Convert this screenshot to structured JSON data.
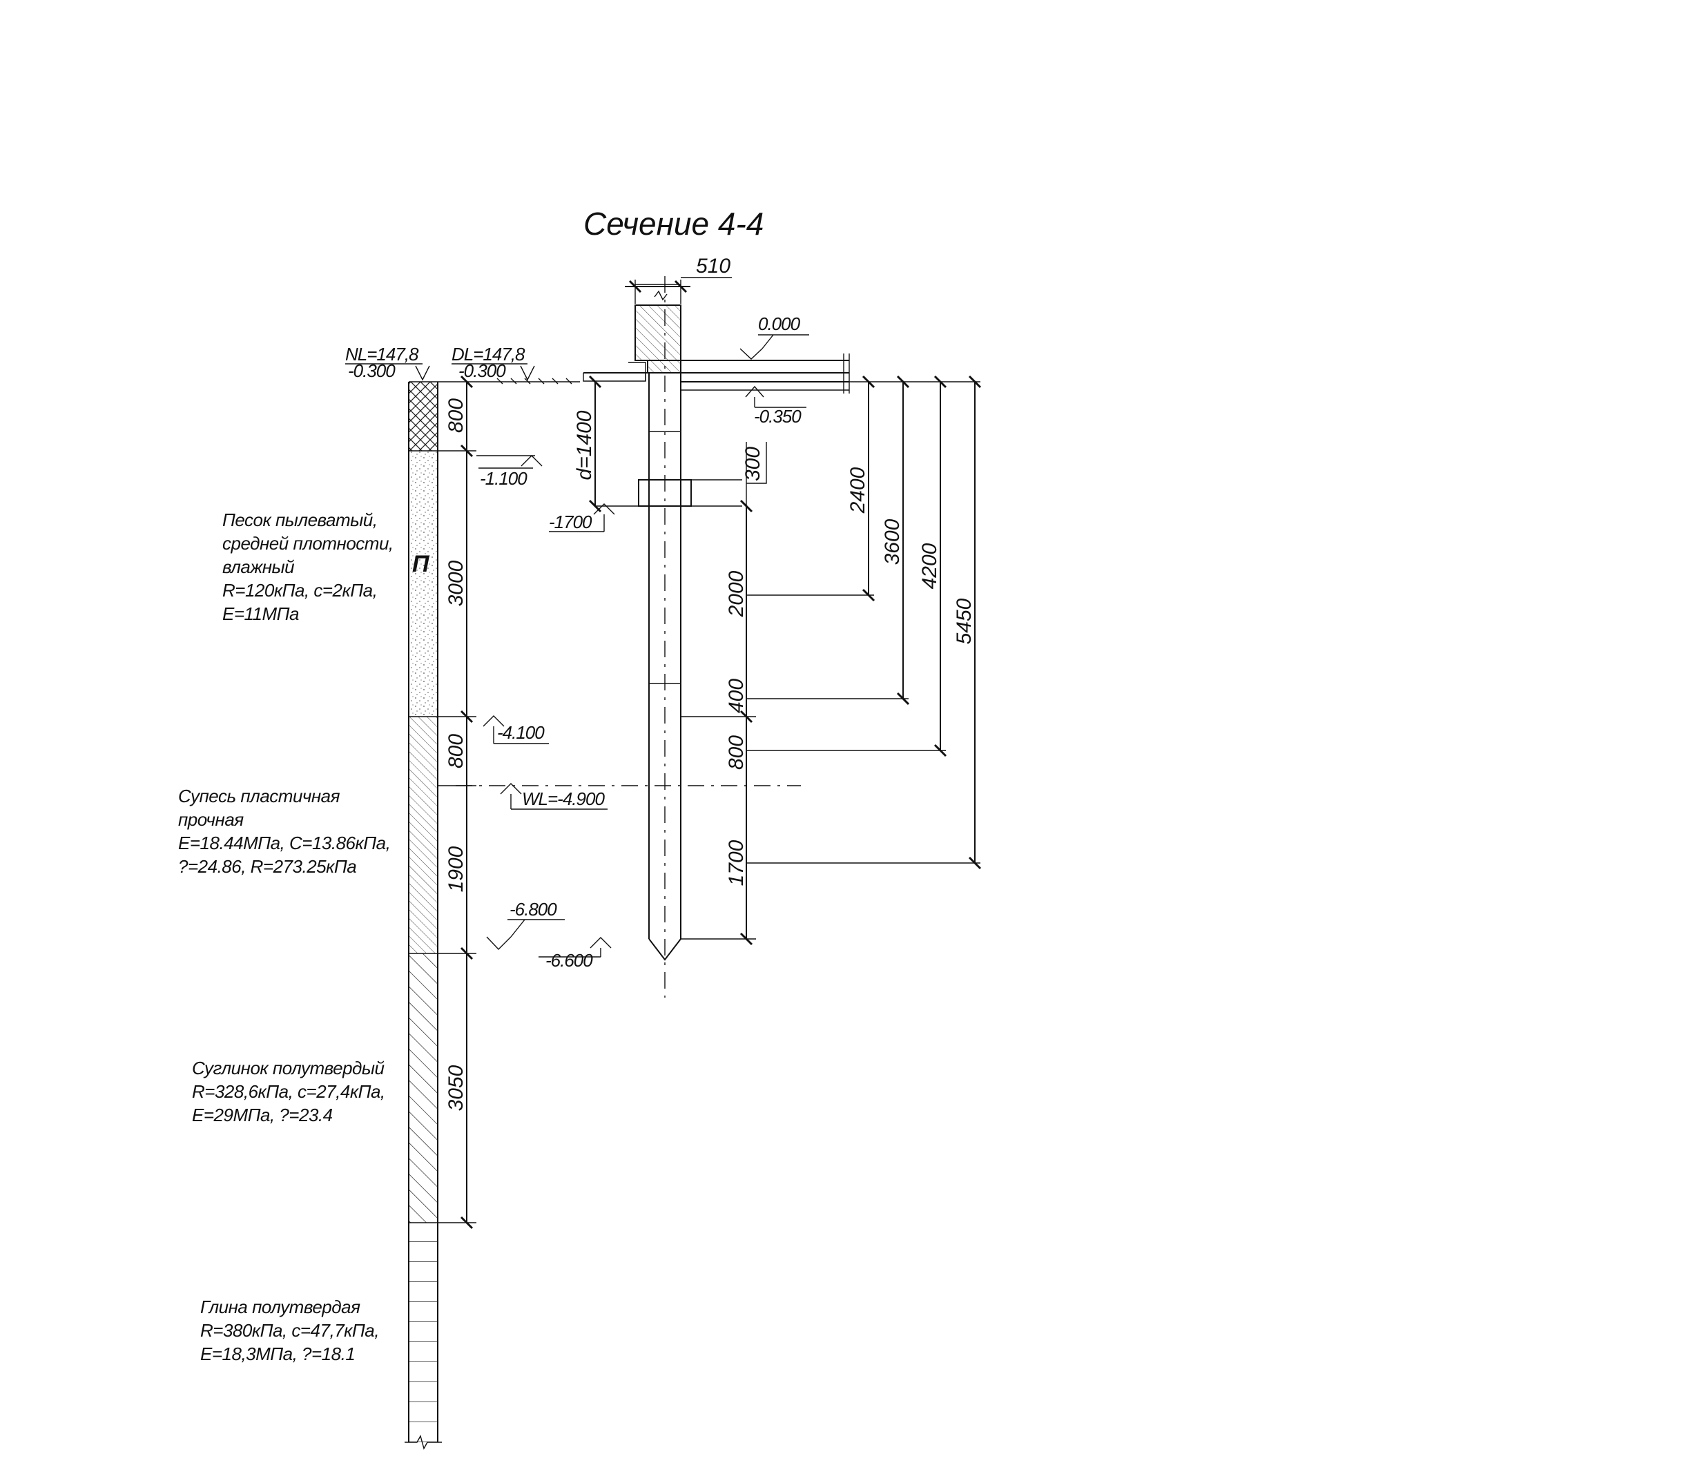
{
  "title": "Сечение 4-4",
  "dims": {
    "top_width": "510",
    "d": "d=1400",
    "head_h": "300",
    "col_800": "800",
    "col_3000": "3000",
    "col_800b": "800",
    "col_1900": "1900",
    "col_3050": "3050",
    "pile_2000": "2000",
    "pile_400": "400",
    "pile_800": "800",
    "pile_1700": "1700",
    "r_2400": "2400",
    "r_3600": "3600",
    "r_4200": "4200",
    "r_5450": "5450"
  },
  "marks": {
    "nl": "NL=147,8",
    "nl_elev": "-0.300",
    "dl": "DL=147,8",
    "dl_elev": "-0.300",
    "zero": "0.000",
    "m0350": "-0.350",
    "m1100": "-1.100",
    "m1700": "-1700",
    "m4100": "-4.100",
    "wl": "WL=-4.900",
    "m6800": "-6.800",
    "m6600": "-6.600"
  },
  "soil_code": "П",
  "soils": [
    {
      "lines": [
        "Песок пылеватый,",
        "средней плотности,",
        "влажный",
        "R=120кПа, с=2кПа,",
        "E=11МПа"
      ]
    },
    {
      "lines": [
        "Супесь пластичная",
        "прочная",
        "E=18.44МПа, C=13.86кПа,",
        "?=24.86, R=273.25кПа"
      ]
    },
    {
      "lines": [
        "Суглинок полутвердый",
        "R=328,6кПа, с=27,4кПа,",
        "E=29МПа, ?=23.4"
      ]
    },
    {
      "lines": [
        "Глина полутвердая",
        "R=380кПа, с=47,7кПа,",
        "E=18,3МПа, ?=18.1"
      ]
    }
  ]
}
